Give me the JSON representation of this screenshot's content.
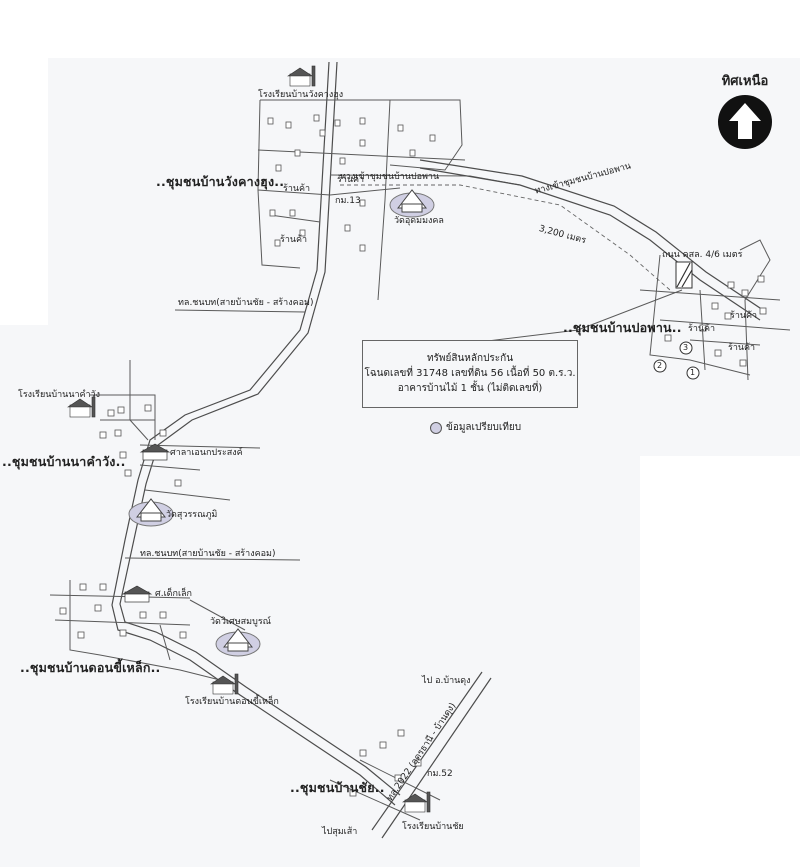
{
  "north_label": "ทิศเหนือ",
  "communities": {
    "wang_khang_hung": "..ชุมชนบ้านวังคางฮุง..",
    "po_phan": "..ชุมชนบ้านปอพาน..",
    "na_kham_wang": "..ชุมชนบ้านนาคำวัง..",
    "don_kho_lek": "..ชุมชนบ้านดอนขี้เหล็ก..",
    "chai": "..ชุมชนบ้านชัย.."
  },
  "places": {
    "school_wang_khang_hung": "โรงเรียนบ้านวังคางฮุง",
    "school_na_kham_wang": "โรงเรียนบ้านนาคำวัง",
    "school_don_kho_lek": "โรงเรียนบ้านดอนขี้เหล็ก",
    "school_chai": "โรงเรียนบ้านชัย",
    "wat_udom_mongkhon": "วัดอุดมมงคล",
    "wat_suwannaphum": "วัดสุวรรณภูมิ",
    "wat_wisetsombun": "วัดวิเศษสมบูรณ์",
    "sala_anekprasong": "ศาลาเอนกประสงค์",
    "child_center": "ศ.เด็กเล็ก",
    "shop": "ร้านค้า",
    "km13": "กม.13",
    "km52": "กม.52"
  },
  "roads": {
    "entrance_po_phan_1": "ทางเข้าชุมชนบ้านปอพาน",
    "entrance_po_phan_2": "ทางเข้าชุมชนบ้านปอพาน",
    "distance": "3,200 เมตร",
    "road_width": "ถนน คสล. 4/6 เมตร",
    "rural_road_1": "ทล.ชนบท(สายบ้านชัย - สร้างคอม)",
    "rural_road_2": "ทล.ชนบท(สายบ้านชัย - สร้างคอม)",
    "highway": "ทล.2022 (อุดรธานี - บ้านดุง)",
    "to_ban_dung": "ไป อ.บ้านดุง",
    "to_sum_sao": "ไปสุมเส้า"
  },
  "property_box": {
    "title": "ทรัพย์สินหลักประกัน",
    "line1": "โฉนดเลขที่ 31748 เลขที่ดิน 56 เนื้อที่ 50 ต.ร.ว.",
    "line2": "อาคารบ้านไม้ 1 ชั้น (ไม่ติดเลขที่)"
  },
  "legend": {
    "comparison_data": "ข้อมูลเปรียบเทียบ"
  },
  "markers": [
    "1",
    "2",
    "3"
  ],
  "colors": {
    "background": "#f6f7f9",
    "road": "#4d4d4d",
    "comparison_dot": "#d0cfe3"
  }
}
